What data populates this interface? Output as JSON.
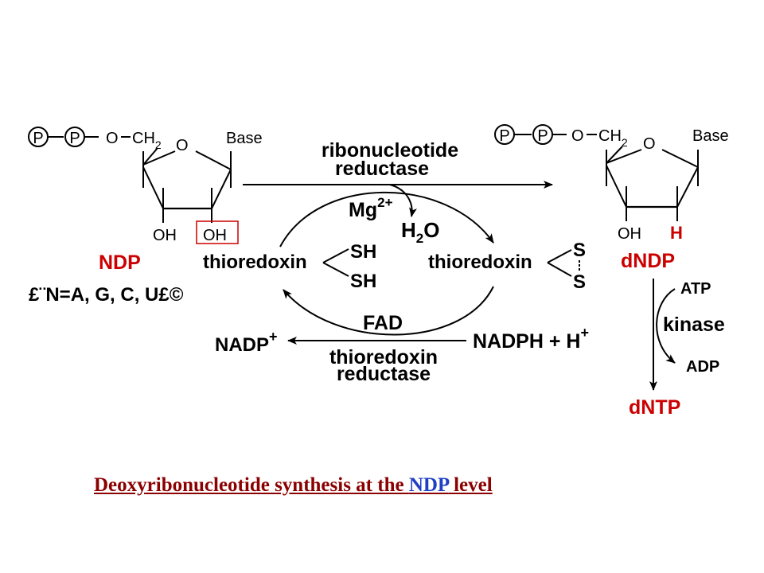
{
  "ndp_molecule": {
    "phosphate_1": "P",
    "phosphate_2": "P",
    "linker_o": "O",
    "ch2": "CH",
    "ch2_sub": "2",
    "ring_o": "O",
    "base": "Base",
    "oh_3": "OH",
    "oh_2": "OH",
    "label": "NDP",
    "variants": "£¨N=A, G, C, U£©"
  },
  "dndp_molecule": {
    "phosphate_1": "P",
    "phosphate_2": "P",
    "linker_o": "O",
    "ch2": "CH",
    "ch2_sub": "2",
    "ring_o": "O",
    "base": "Base",
    "oh_3": "OH",
    "h_2": "H",
    "label": "dNDP"
  },
  "enzyme_top": {
    "line1": "ribonucleotide",
    "line2": "reductase"
  },
  "mg": {
    "symbol": "Mg",
    "charge": "2+"
  },
  "water": {
    "h": "H",
    "sub": "2",
    "o": "O"
  },
  "thioredoxin_reduced": {
    "name": "thioredoxin",
    "sh1": "SH",
    "sh2": "SH"
  },
  "thioredoxin_oxidized": {
    "name": "thioredoxin",
    "s1": "S",
    "s2": "S"
  },
  "fad": "FAD",
  "nadp": {
    "text": "NADP",
    "charge": "+"
  },
  "nadph": {
    "text": "NADPH + H",
    "charge": "+"
  },
  "enzyme_bottom": {
    "line1": "thioredoxin",
    "line2": "reductase"
  },
  "kinase_step": {
    "atp": "ATP",
    "enzyme": "kinase",
    "adp": "ADP",
    "product": "dNTP"
  },
  "caption": {
    "part1": "Deoxyribonucleotide synthesis at the ",
    "highlight": "NDP",
    "part2": " level"
  },
  "colors": {
    "red_labels": "#cc0000",
    "caption": "#8b0000",
    "caption_highlight": "#1f3fc4"
  }
}
